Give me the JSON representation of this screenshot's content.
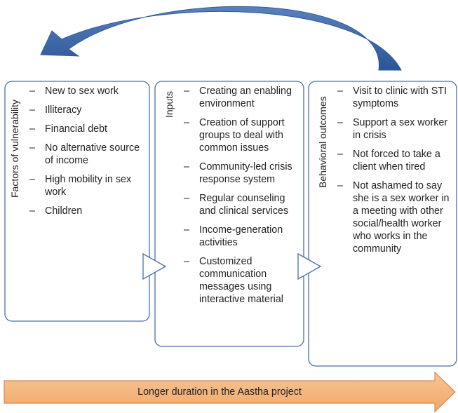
{
  "columns": [
    {
      "title": "Factors of vulnerability",
      "items": [
        "New to sex work",
        "Illiteracy",
        "Financial debt",
        "No alternative source of income",
        "High mobility in sex work",
        "Children"
      ]
    },
    {
      "title": "Inputs",
      "items": [
        "Creating an enabling environment",
        "Creation of support groups to deal with common issues",
        "Community-led crisis response system",
        "Regular counseling and clinical services",
        "Income-generation activities",
        "Customized communication messages using interactive material"
      ]
    },
    {
      "title": "Behavioral outcomes",
      "items": [
        "Visit to clinic with STI symptoms",
        "Support a sex worker in crisis",
        "Not forced to take a client when tired",
        "Not ashamed to say she is a sex worker in a meeting with other social/health worker who works in the community"
      ]
    }
  ],
  "bottom_bar": {
    "label": "Longer duration in the Aastha project"
  },
  "colors": {
    "box_border": "#4a6fa5",
    "curved_arrow": "#2e5b9a",
    "bar_fill": "#f4b27a",
    "bar_border": "#d88a4f",
    "chevron_fill": "#ffffff",
    "chevron_border": "#4a6fa5"
  }
}
